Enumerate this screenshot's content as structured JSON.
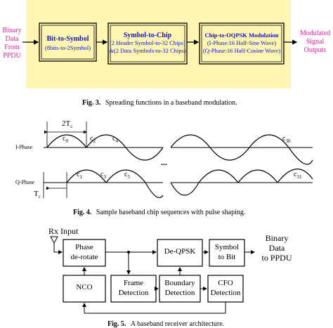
{
  "fig3": {
    "input_lines": [
      "Binary",
      "Data",
      "From",
      "PPDU"
    ],
    "output_lines": [
      "Modulated",
      "Signal",
      "Outputs"
    ],
    "block1": {
      "title": "Bit-to-Symbol",
      "lines": [
        "(8bits-to-2Symbol)"
      ]
    },
    "block2": {
      "title": "Symbol-to-Chip",
      "lines": [
        "(2 Header Symbol-to-32 Chips)",
        "&(2 Data Symbols-to-32 Chips)"
      ]
    },
    "block3": {
      "title": "Chip-to-OQPSK Modulation",
      "lines": [
        "(I-Phase:16 Half-Sine Wave)",
        "(Q-Phase:16 Half-Cosine Wave)"
      ]
    },
    "caption_label": "Fig. 3.",
    "caption_text": "Spreading functions in a baseband modulation.",
    "colors": {
      "background": "#fdf5b0",
      "block_text": "#1414c8",
      "io_text": "#e020a0"
    }
  },
  "fig4": {
    "two_tc": "2T",
    "tc": "T",
    "tc_sub": "c",
    "i_label": "I-Phase",
    "q_label": "Q-Phase",
    "ellipsis": "...",
    "i_chips": [
      {
        "base": "c",
        "sub": "0"
      },
      {
        "base": "c",
        "sub": "2"
      },
      {
        "base": "c",
        "sub": "4"
      },
      {
        "base": "c",
        "sub": "30"
      }
    ],
    "q_chips": [
      {
        "base": "c",
        "sub": "1"
      },
      {
        "base": "c",
        "sub": "3"
      },
      {
        "base": "c",
        "sub": "5"
      },
      {
        "base": "c",
        "sub": "31"
      }
    ],
    "caption_label": "Fig. 4.",
    "caption_text": "Sample baseband chip sequences with pulse shaping."
  },
  "fig5": {
    "rx_input": "Rx Input",
    "phase_derotate": [
      "Phase",
      "de-rotate"
    ],
    "de_qpsk": "De-QPSK",
    "symbol_to_bit": [
      "Symbol",
      "to Bit"
    ],
    "binary_out": [
      "Binary",
      "Data",
      "to PPDU"
    ],
    "nco": "NCO",
    "frame_detection": [
      "Frame",
      "Detection"
    ],
    "boundary_detection": [
      "Boundary",
      "Detection"
    ],
    "cfo_detection": [
      "CFO",
      "Detection"
    ],
    "caption_label": "Fig. 5.",
    "caption_text": "A baseband receiver architecture."
  }
}
